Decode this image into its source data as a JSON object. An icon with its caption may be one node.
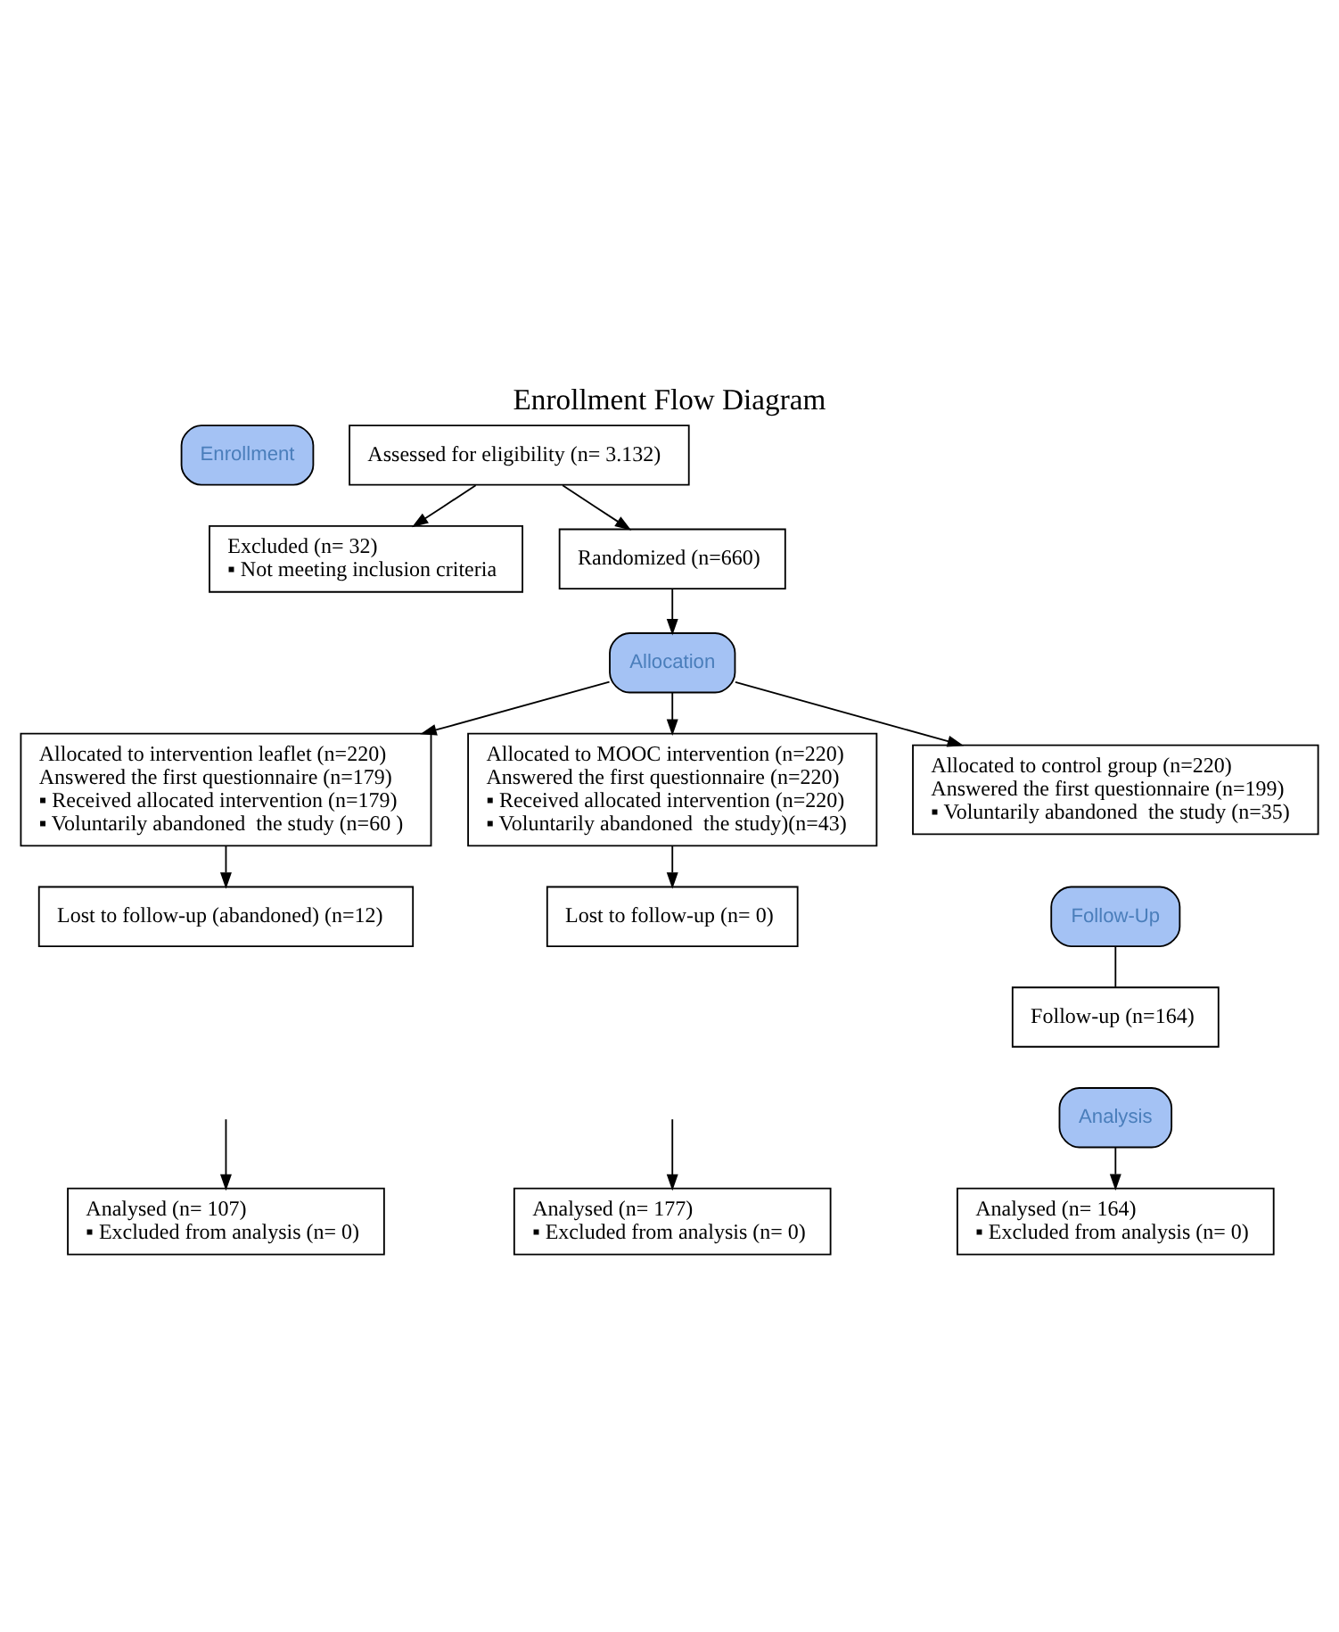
{
  "diagram": {
    "title": "Enrollment Flow Diagram",
    "nodes": [
      {
        "text": [
          "Enrollment"
        ]
      },
      {
        "text": [
          "Assessed for eligibility (n= 3.132)"
        ]
      },
      {
        "text": [
          "Excluded (n= 32)",
          "▪ Not meeting inclusion criteria"
        ]
      },
      {
        "text": [
          "Randomized (n=660)"
        ]
      },
      {
        "text": [
          "Allocation"
        ]
      },
      {
        "text": [
          "Allocated to intervention leaflet (n=220)",
          "Answered the first questionnaire (n=179)",
          "▪ Received allocated intervention (n=179)",
          "▪ Voluntarily abandoned  the study (n=60 )"
        ]
      },
      {
        "text": [
          "Allocated to MOOC intervention (n=220)",
          "Answered the first questionnaire (n=220)",
          "▪ Received allocated intervention (n=220)",
          "▪ Voluntarily abandoned  the study)(n=43)"
        ]
      },
      {
        "text": [
          "Allocated to control group (n=220)",
          "Answered the first questionnaire (n=199)",
          "▪ Voluntarily abandoned  the study (n=35)"
        ]
      },
      {
        "text": [
          "Lost to follow-up (abandoned) (n=12)"
        ]
      },
      {
        "text": [
          "Follow-Up"
        ]
      },
      {
        "text": [
          "Lost to follow-up (n= 0)"
        ]
      },
      {
        "text": [
          "Follow-up (n=164)"
        ]
      },
      {
        "text": [
          "Analysis"
        ]
      },
      {
        "text": [
          "Analysed (n= 107)",
          "▪ Excluded from analysis (n= 0)"
        ]
      },
      {
        "text": [
          "Analysed (n= 177)",
          "▪ Excluded from analysis (n= 0)"
        ]
      },
      {
        "text": [
          "Analysed (n= 164)",
          "▪ Excluded from analysis (n= 0)"
        ]
      }
    ],
    "edges": [
      {
        "from": 1,
        "to": 3,
        "arrow": "to"
      },
      {
        "from": 1,
        "to": 2,
        "arrow": "to"
      },
      {
        "from": 3,
        "to": 4,
        "arrow": "to"
      },
      {
        "from": 4,
        "to": 5,
        "arrow": "to"
      },
      {
        "from": 4,
        "to": 6,
        "arrow": "to"
      },
      {
        "from": 4,
        "to": 7,
        "arrow": "to"
      },
      {
        "from": 5,
        "to": 8,
        "arrow": "to"
      },
      {
        "from": 6,
        "to": 10,
        "arrow": "to"
      },
      {
        "from": 9,
        "to": 11,
        "arrow": "none"
      },
      {
        "from": null,
        "to": 13,
        "arrow": "to"
      },
      {
        "from": null,
        "to": 14,
        "arrow": "to"
      },
      {
        "from": 12,
        "to": 15,
        "arrow": "to"
      }
    ]
  }
}
